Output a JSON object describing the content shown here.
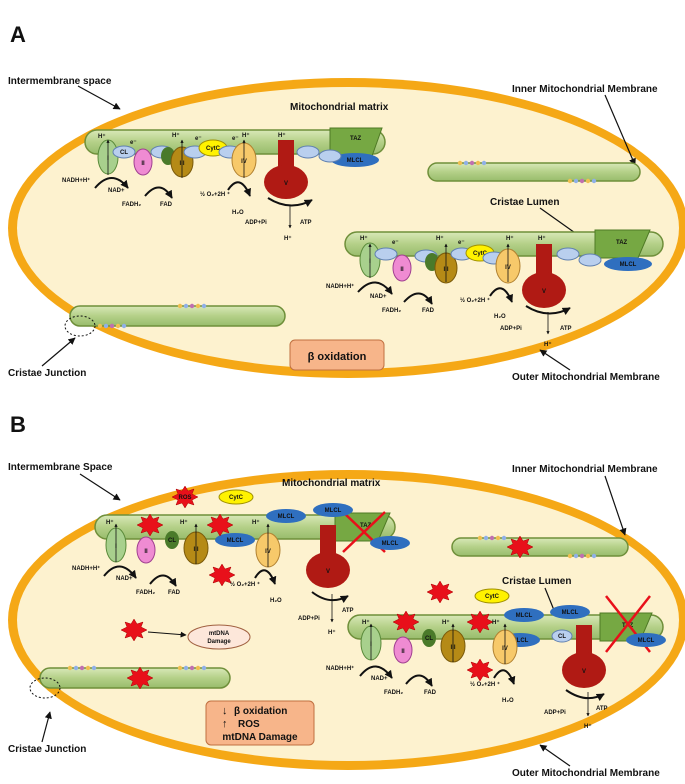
{
  "panel_a": {
    "letter": "A",
    "intermembrane_space": "Intermembrane space",
    "matrix": "Mitochondrial matrix",
    "inner_membrane": "Inner Mitochondrial Membrane",
    "cristae_lumen": "Cristae Lumen",
    "cristae_junction": "Cristae Junction",
    "outer_membrane": "Outer Mitochondrial Membrane",
    "box": "β oxidation"
  },
  "panel_b": {
    "letter": "B",
    "intermembrane_space": "Intermembrane Space",
    "matrix": "Mitochondrial matrix",
    "inner_membrane": "Inner Mitochondrial Membrane",
    "cristae_lumen": "Cristae Lumen",
    "cristae_junction": "Cristae Junction",
    "outer_membrane": "Outer Mitochondrial Membrane",
    "box_line1": "β oxidation",
    "box_line2": "ROS",
    "box_line3": "mtDNA Damage",
    "mtdna": "mtDNA",
    "damage": "Damage"
  },
  "labels": {
    "complex1": "I",
    "complex2": "II",
    "complex3": "III",
    "complex4": "IV",
    "complex5": "V",
    "cl": "CL",
    "cytc": "CytC",
    "taz": "TAZ",
    "mlcl": "MLCL",
    "ros": "ROS",
    "hplus": "H⁺",
    "eminus": "e⁻",
    "nadh": "NADH+H⁺",
    "nad": "NAD+",
    "fadh2": "FADH₂",
    "fad": "FAD",
    "o2": "½ O₂+2H ⁺",
    "h2o": "H₂O",
    "adp": "ADP+Pi",
    "atp": "ATP"
  },
  "colors": {
    "outer": "#f5a816",
    "matrix": "#fdf2cf",
    "crista": "#b8d48c",
    "crista_stroke": "#6f8f3a",
    "c1": "#a8d08d",
    "c2": "#ef8bd2",
    "c3": "#b58a16",
    "c4": "#f7c96a",
    "c5": "#b01a14",
    "cl": "#b9cfee",
    "cytc": "#fff200",
    "taz": "#76a843",
    "mlcl": "#2f6fbf",
    "ros": "#e8101a",
    "box": "#f7b58a"
  }
}
